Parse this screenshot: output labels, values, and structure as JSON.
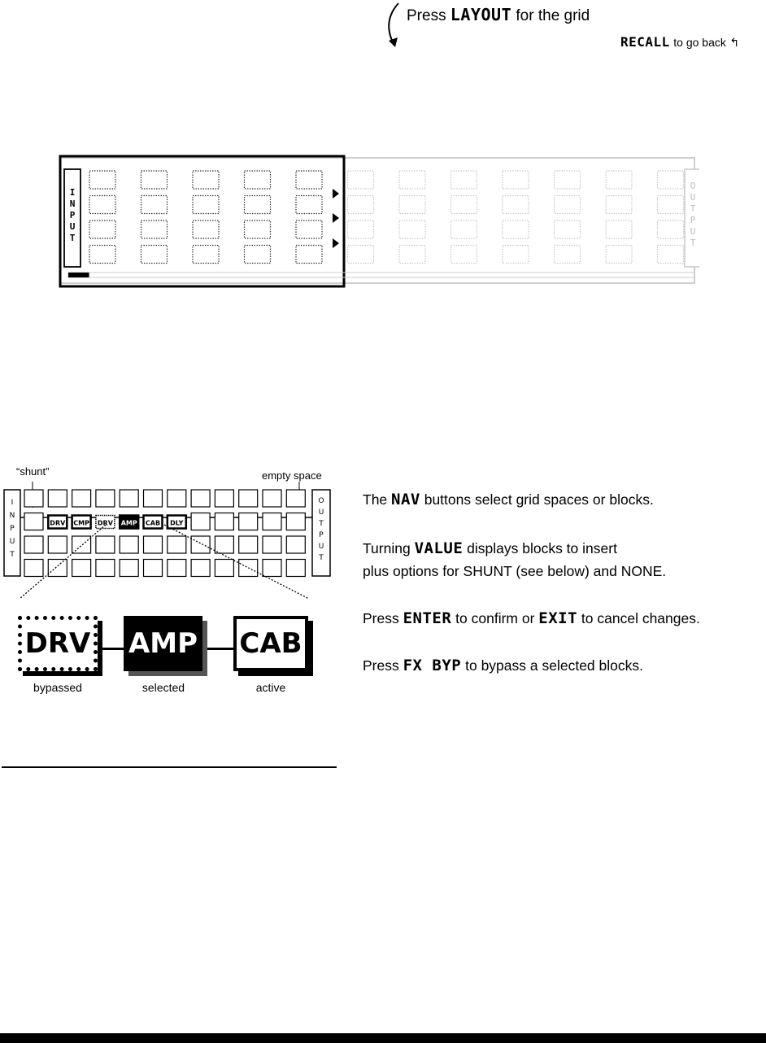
{
  "top_hint": {
    "press": "Press",
    "layout_key": "LAYOUT",
    "for_grid": "for the grid",
    "recall_key": "RECALL",
    "recall_text": "to go back"
  },
  "overview_grid": {
    "input_label": "INPUT",
    "output_label": "OUTPUT",
    "scroll_fraction": 0.04
  },
  "detail_grid": {
    "shunt_label": "“shunt”",
    "empty_label": "empty space",
    "input_label": "INPUT",
    "output_label": "OUTPUT",
    "row_blocks": [
      "DRV",
      "CMP",
      "DRV",
      "AMP",
      "CAB",
      "DLY"
    ]
  },
  "blocks": [
    {
      "name": "DRV",
      "state": "bypassed"
    },
    {
      "name": "AMP",
      "state": "selected"
    },
    {
      "name": "CAB",
      "state": "active"
    }
  ],
  "instructions": [
    {
      "pre": "The ",
      "key": "NAV",
      "post": " buttons select grid spaces or blocks."
    },
    {
      "pre": "Turning ",
      "key": "VALUE",
      "post": " displays blocks to insert"
    },
    {
      "pre": "plus options for SHUNT (see below) and NONE.",
      "key": "",
      "post": ""
    },
    {
      "pre": "Press ",
      "key": "ENTER",
      "post": " to confirm or ",
      "key2": "EXIT",
      "post2": " to cancel changes."
    },
    {
      "pre": "Press ",
      "key": "FX BYP",
      "post": " to bypass a selected blocks."
    }
  ]
}
